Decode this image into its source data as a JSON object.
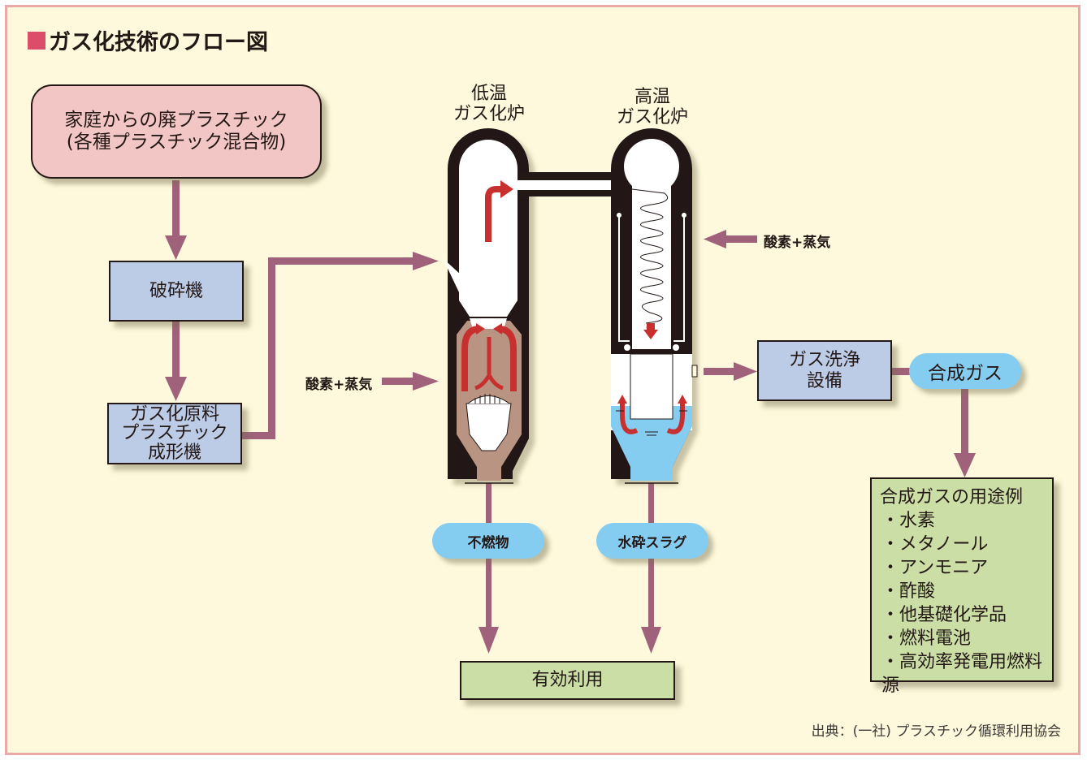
{
  "title": "ガス化技術のフロー図",
  "colors": {
    "frame_border": "#eaa9a6",
    "background": "#fef9dc",
    "title_square": "#dc4d69",
    "flow_arrow": "#a0617b",
    "pink_box": "#f2c6c5",
    "blue_box": "#bccbe6",
    "green_box": "#cadea6",
    "pill": "#85ccf1",
    "red_arrow": "#c8302f",
    "residue_brown": "#b99482",
    "water_blue": "#85ccf1"
  },
  "nodes": {
    "household_waste": {
      "line1": "家庭からの廃プラスチック",
      "line2": "(各種プラスチック混合物)"
    },
    "crusher": "破砕機",
    "molding_machine": {
      "line1": "ガス化原料",
      "line2": "プラスチック",
      "line3": "成形機"
    },
    "low_temp_furnace": {
      "line1": "低温",
      "line2": "ガス化炉"
    },
    "high_temp_furnace": {
      "line1": "高温",
      "line2": "ガス化炉"
    },
    "oxygen_steam_low": "酸素+蒸気",
    "oxygen_steam_high": "酸素+蒸気",
    "gas_cleaning": {
      "line1": "ガス洗浄",
      "line2": "設備"
    },
    "syngas": "合成ガス",
    "incombustibles": "不燃物",
    "water_slag": "水砕スラグ",
    "effective_use": "有効利用"
  },
  "syngas_uses": {
    "heading": "合成ガスの用途例",
    "items": [
      "・水素",
      "・メタノール",
      "・アンモニア",
      "・酢酸",
      "・他基礎化学品",
      "・燃料電池",
      "・高効率発電用燃料源"
    ]
  },
  "source": "出典：(一社) プラスチック循環利用協会"
}
